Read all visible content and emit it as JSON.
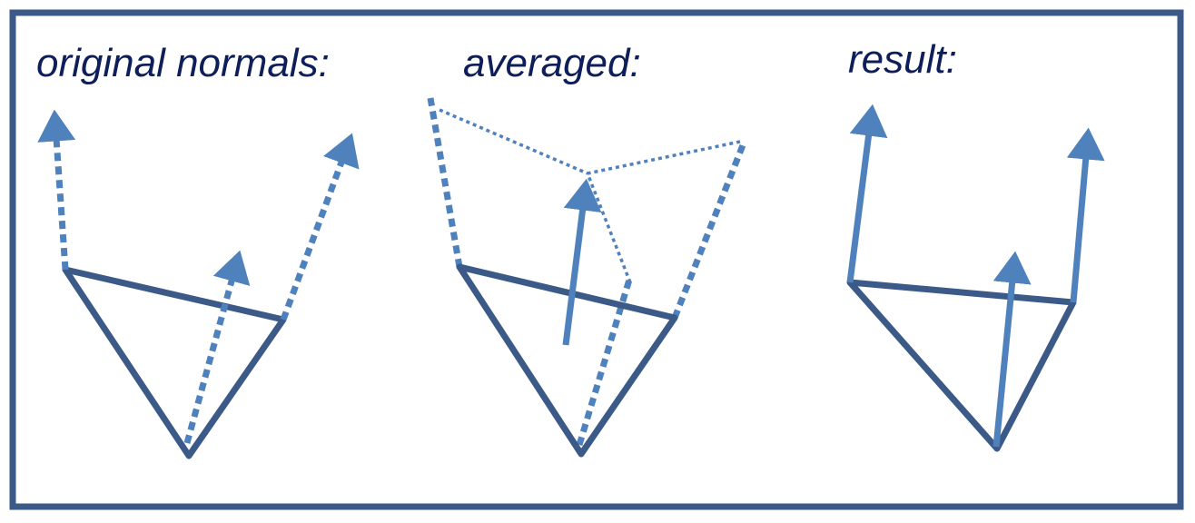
{
  "panels": {
    "original": {
      "caption": "original normals:"
    },
    "averaged": {
      "caption": "averaged:"
    },
    "result": {
      "caption": "result:"
    }
  },
  "colors": {
    "border": "#3c5a87",
    "triangle": "#3c5a87",
    "normal": "#4f81bd",
    "caption": "#0d1e5a",
    "background": "#ffffff"
  }
}
